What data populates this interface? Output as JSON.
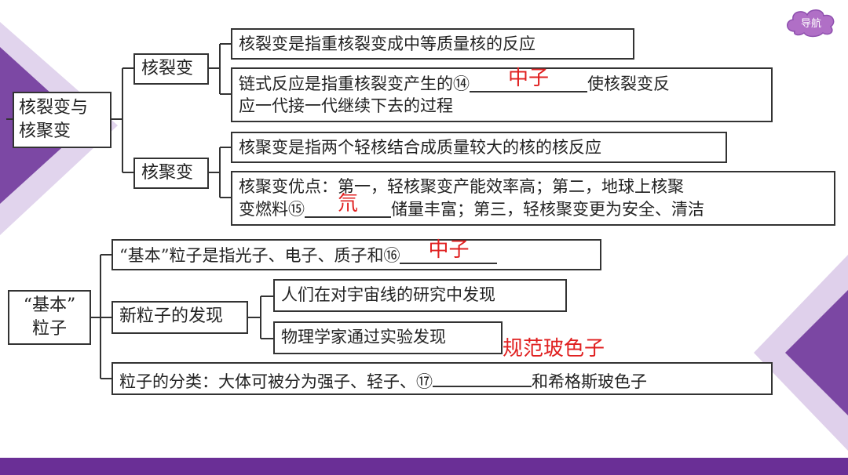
{
  "nav": {
    "label": "导航",
    "color": "#b06fc6"
  },
  "theme": {
    "accent": "#6a2f96",
    "light": "#c9b1de"
  },
  "fission_fusion": {
    "root": [
      "核裂变与",
      "核聚变"
    ],
    "fission": {
      "label": "核裂变",
      "def": "核裂变是指重核裂变成中等质量核的反应",
      "chain_pre": "链式反应是指重核裂变产生的⑭",
      "chain_ans": "中子",
      "chain_post": "使核裂变反",
      "chain_line2": "应一代接一代继续下去的过程"
    },
    "fusion": {
      "label": "核聚变",
      "def": "核聚变是指两个轻核结合成质量较大的核的核反应",
      "adv_line1": "核聚变优点：第一，轻核聚变产能效率高；第二，地球上核聚",
      "adv_pre": "变燃料⑮",
      "adv_ans": "氘",
      "adv_post": "储量丰富；第三，轻核聚变更为安全、清洁"
    }
  },
  "particles": {
    "root": [
      "“基本”",
      "粒子"
    ],
    "basic_pre": "“基本”粒子是指光子、电子、质子和⑯",
    "basic_ans": "中子",
    "new_label": "新粒子的发现",
    "new_cosmic": "人们在对宇宙线的研究中发现",
    "new_lab": "物理学家通过实验发现",
    "class_pre": "粒子的分类：大体可被分为强子、轻子、⑰",
    "class_ans": "规范玻色子",
    "class_post": "和希格斯玻色子"
  }
}
